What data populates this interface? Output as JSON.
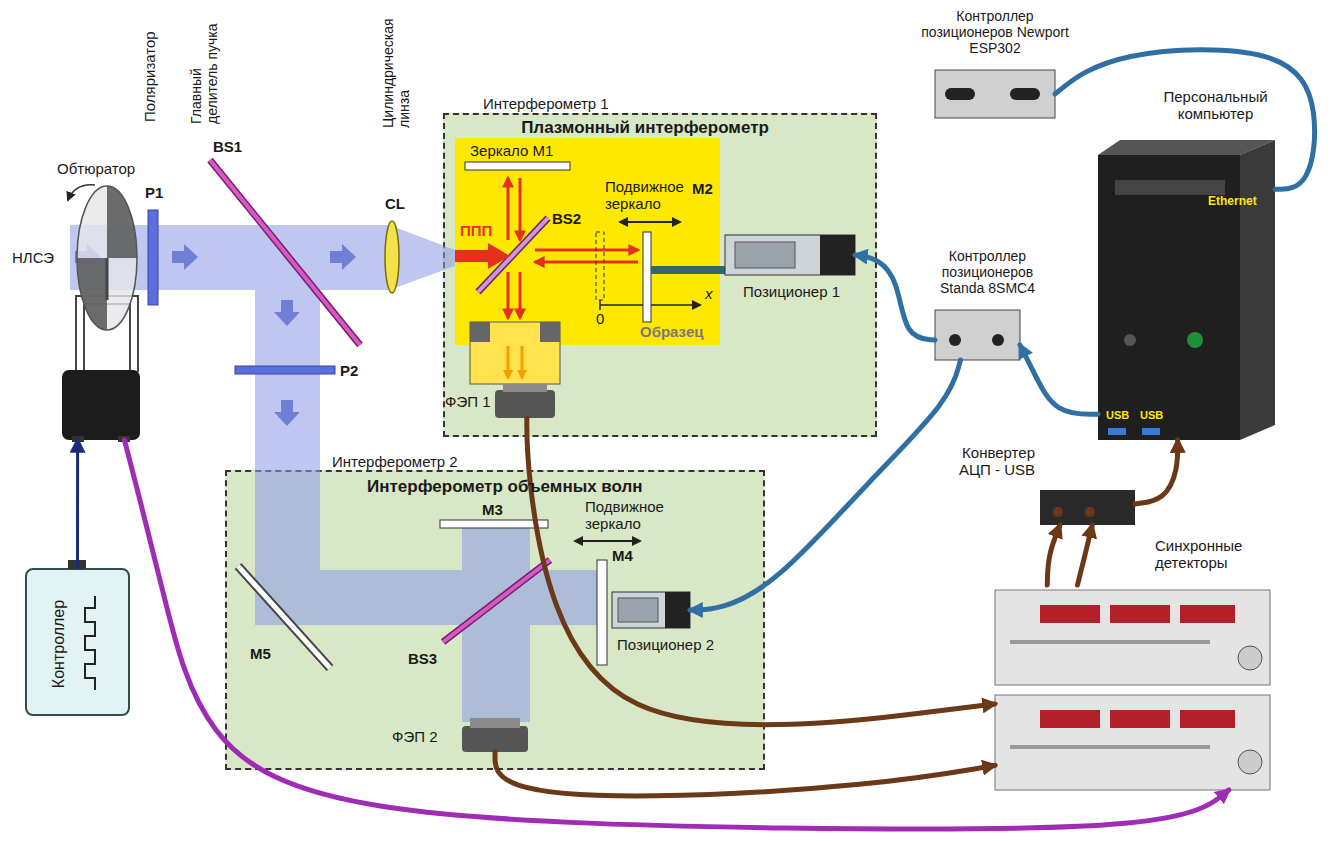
{
  "diagram": {
    "nodes": [
      {
        "text": [
          "Обтюратор"
        ]
      },
      {
        "text": [
          "Интерферометр 1",
          "Плазмонный интерферометр"
        ]
      },
      {
        "text": [
          "Образец"
        ],
        "in": 1
      },
      {
        "text": [
          "Позиционер 1"
        ],
        "in": 1
      },
      {
        "text": [
          "ФЭП 1"
        ],
        "in": 1
      },
      {
        "text": [
          "Контроллер позиционеров Newport ESP302"
        ]
      },
      {
        "text": [
          "Персональный компьютер",
          "Ethernet",
          "USB",
          "USB"
        ]
      },
      {
        "text": [
          "Контроллер позиционеров Standa 8SMC4"
        ]
      },
      {
        "text": [
          "Интерферометр 2",
          "Интерферометр объемных волн"
        ]
      },
      {
        "text": [
          "Позиционер 2"
        ],
        "in": 8
      },
      {
        "text": [
          "ФЭП 2"
        ],
        "in": 8
      },
      {
        "text": [
          "Конвертер АЦП - USB"
        ]
      },
      {
        "text": [
          "Синхронные детекторы"
        ]
      },
      {
        "text": [
          "Контроллер"
        ]
      }
    ],
    "edges": [
      {
        "from": 4,
        "to": 12,
        "arrow": "to"
      },
      {
        "from": 10,
        "to": 12,
        "arrow": "to"
      },
      {
        "from": 12,
        "to": 11,
        "arrow": "to"
      },
      {
        "from": 12,
        "to": 11,
        "arrow": "to"
      },
      {
        "from": 11,
        "to": 6,
        "arrow": "to"
      },
      {
        "from": 6,
        "to": 7,
        "arrow": "to"
      },
      {
        "from": 7,
        "to": 3,
        "arrow": "to"
      },
      {
        "from": 7,
        "to": 9,
        "arrow": "to"
      },
      {
        "from": 5,
        "to": 6,
        "arrow": "none"
      },
      {
        "from": 13,
        "to": 0,
        "arrow": "to"
      },
      {
        "from": 0,
        "to": 12,
        "arrow": "to"
      }
    ],
    "labels": [
      "НЛСЭ",
      "Поляризатор",
      "P1",
      "Главный делитель пучка",
      "BS1",
      "Цилиндрическая линза",
      "CL",
      "Зеркало M1",
      "BS2",
      "ППП",
      "Подвижное зеркало",
      "M2",
      "0",
      "x",
      "P2",
      "M3",
      "Подвижное зеркало",
      "M4",
      "M5",
      "BS3"
    ]
  }
}
